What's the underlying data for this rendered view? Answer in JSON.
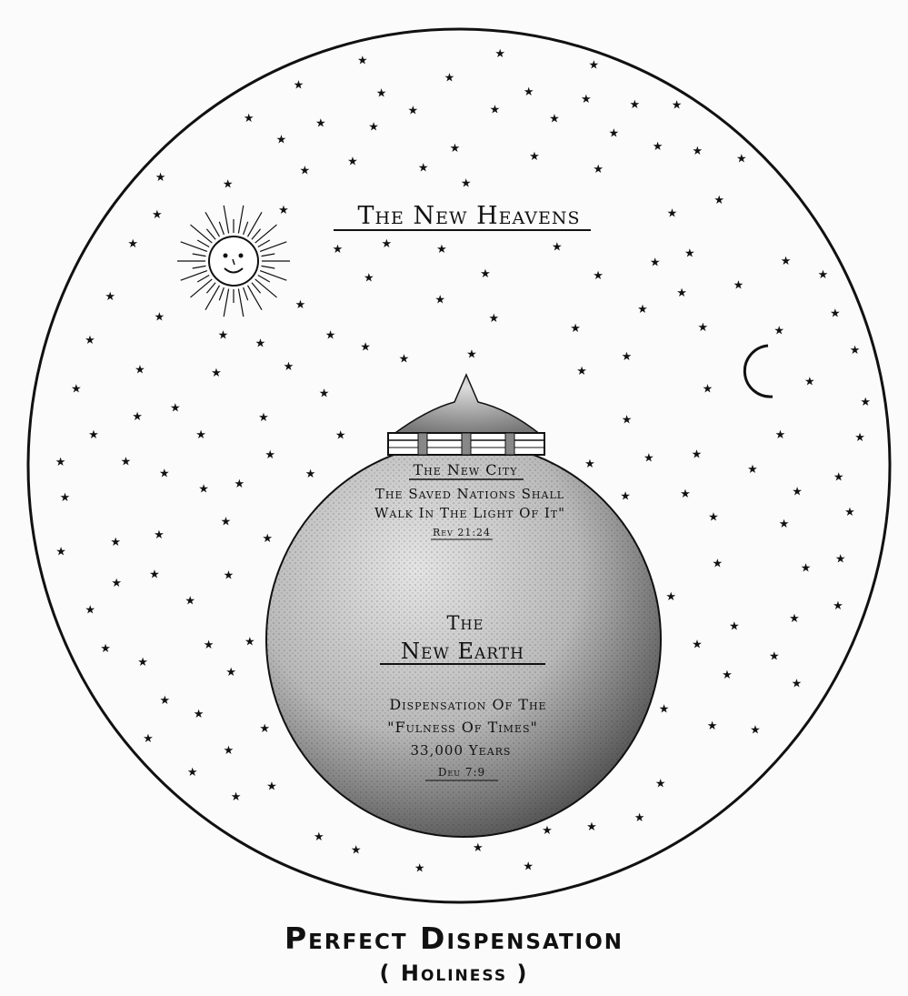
{
  "diagram": {
    "heavens_label": "The New Heavens",
    "city": {
      "title": "The New City",
      "quote_line1": "The Saved Nations Shall",
      "quote_line2": "Walk In The Light Of It\"",
      "reference": "Rev 21:24"
    },
    "earth": {
      "title_line1": "The",
      "title_line2": "New Earth",
      "dispensation_line1": "Dispensation Of The",
      "dispensation_line2": "\"Fulness Of Times\"",
      "duration": "33,000 Years",
      "reference": "Deu 7:9"
    },
    "icons": [
      "sun-icon",
      "moon-icon",
      "star-icon",
      "city-icon"
    ]
  },
  "caption": {
    "title": "Perfect Dispensation",
    "subtitle": "( Holiness )"
  },
  "colors": {
    "ink": "#111111",
    "paper": "#fbfbfb"
  }
}
